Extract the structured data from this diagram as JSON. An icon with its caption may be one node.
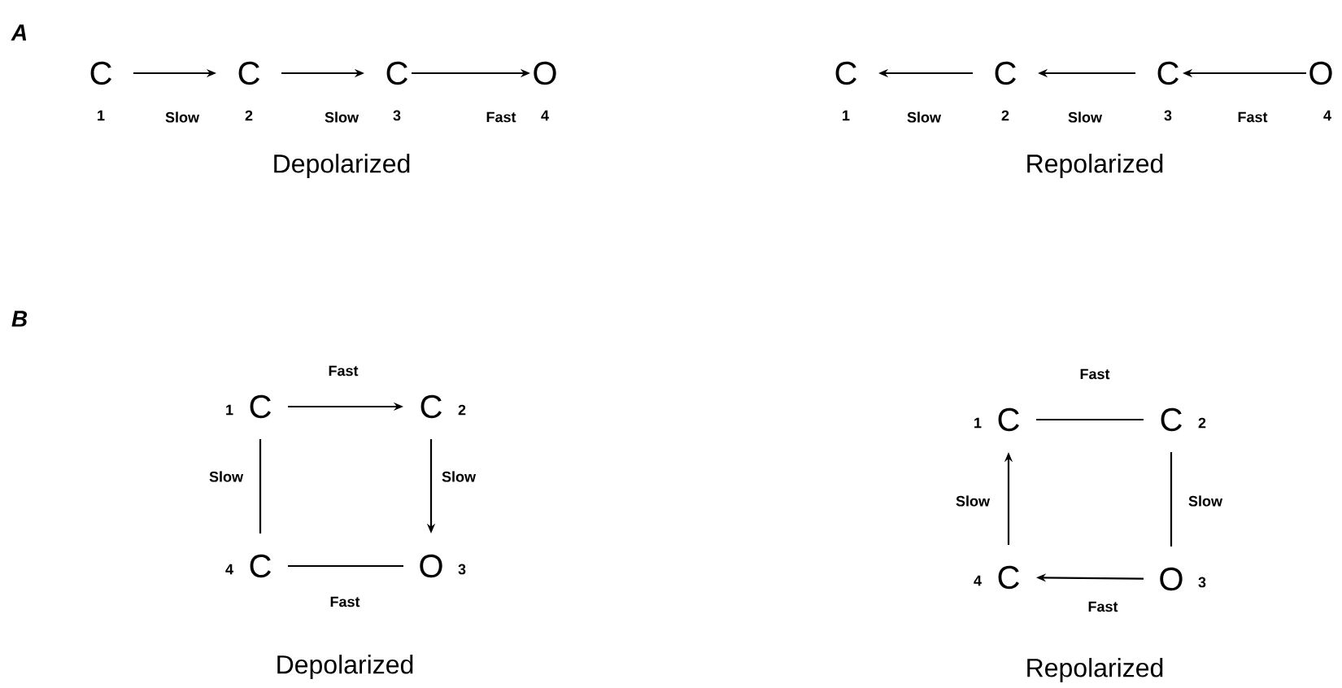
{
  "diagram": {
    "nodes": [
      {
        "text": [
          "C"
        ],
        "beside": [
          "1"
        ]
      },
      {
        "text": [
          "C"
        ],
        "beside": [
          "2"
        ]
      },
      {
        "text": [
          "C"
        ],
        "beside": [
          "3"
        ]
      },
      {
        "text": [
          "O"
        ],
        "beside": [
          "4"
        ]
      },
      {
        "text": [
          "C"
        ],
        "beside": [
          "1"
        ]
      },
      {
        "text": [
          "C"
        ],
        "beside": [
          "2"
        ]
      },
      {
        "text": [
          "C"
        ],
        "beside": [
          "3"
        ]
      },
      {
        "text": [
          "O"
        ],
        "beside": [
          "4"
        ]
      },
      {
        "text": [
          "C"
        ],
        "beside": [
          "1"
        ]
      },
      {
        "text": [
          "C"
        ],
        "beside": [
          "2"
        ]
      },
      {
        "text": [
          "C"
        ],
        "beside": [
          "4"
        ]
      },
      {
        "text": [
          "O"
        ],
        "beside": [
          "3"
        ]
      },
      {
        "text": [
          "C"
        ],
        "beside": [
          "1"
        ]
      },
      {
        "text": [
          "C"
        ],
        "beside": [
          "2"
        ]
      },
      {
        "text": [
          "C"
        ],
        "beside": [
          "4"
        ]
      },
      {
        "text": [
          "O"
        ],
        "beside": [
          "3"
        ]
      }
    ],
    "edges": [
      {
        "from": 0,
        "to": 1,
        "arrow": "to",
        "label": "Slow"
      },
      {
        "from": 1,
        "to": 2,
        "arrow": "to",
        "label": "Slow"
      },
      {
        "from": 2,
        "to": 3,
        "arrow": "to",
        "label": "Fast"
      },
      {
        "from": 5,
        "to": 4,
        "arrow": "to",
        "label": "Slow"
      },
      {
        "from": 6,
        "to": 5,
        "arrow": "to",
        "label": "Slow"
      },
      {
        "from": 7,
        "to": 6,
        "arrow": "to",
        "label": "Fast"
      },
      {
        "from": 8,
        "to": 9,
        "arrow": "to",
        "label": "Fast"
      },
      {
        "from": 8,
        "to": 10,
        "arrow": "none",
        "label": "Slow"
      },
      {
        "from": 9,
        "to": 11,
        "arrow": "to",
        "label": "Slow"
      },
      {
        "from": 10,
        "to": 11,
        "arrow": "none",
        "label": "Fast"
      },
      {
        "from": 12,
        "to": 13,
        "arrow": "none",
        "label": "Fast"
      },
      {
        "from": 14,
        "to": 12,
        "arrow": "to",
        "label": "Slow"
      },
      {
        "from": 13,
        "to": 15,
        "arrow": "none",
        "label": "Slow"
      },
      {
        "from": 15,
        "to": 14,
        "arrow": "to",
        "label": "Fast"
      }
    ],
    "labels": [
      "A",
      "Depolarized",
      "Repolarized",
      "B",
      "Depolarized",
      "Repolarized"
    ]
  }
}
